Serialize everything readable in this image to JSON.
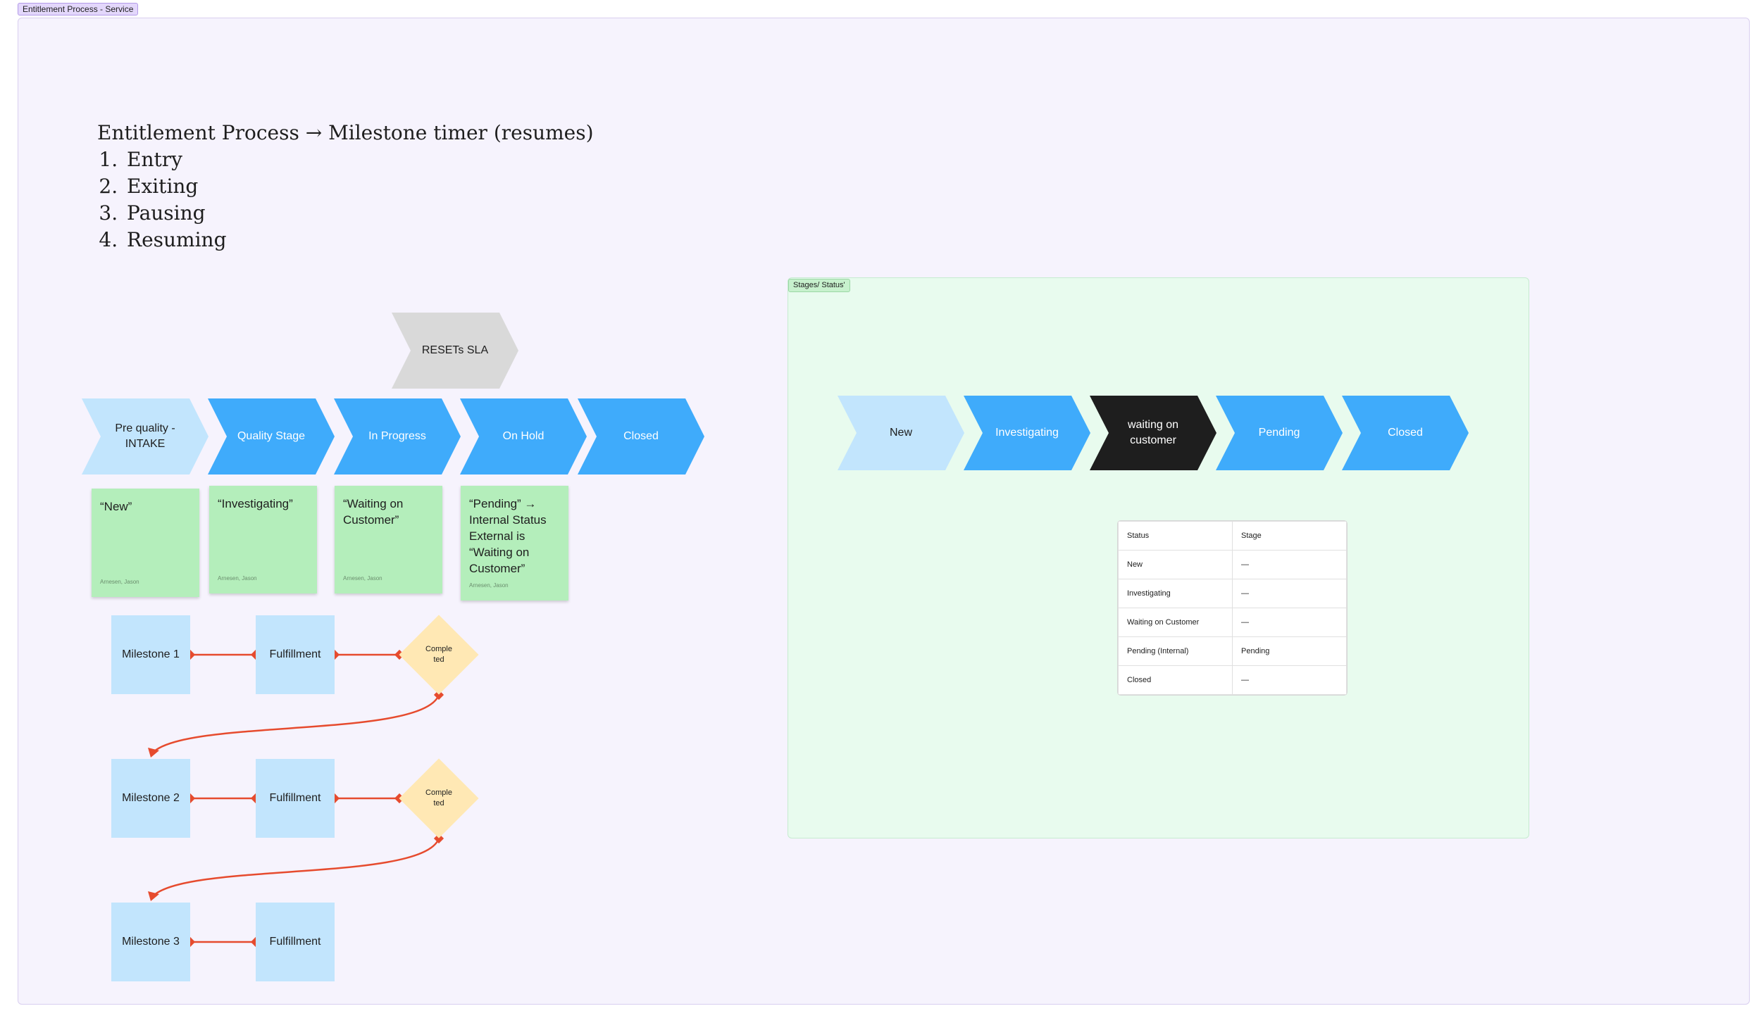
{
  "frame": {
    "label": "Entitlement Process - Service"
  },
  "title": {
    "heading": "Entitlement Process → Milestone timer (resumes)",
    "steps": [
      "Entry",
      "Exiting",
      "Pausing",
      "Resuming"
    ]
  },
  "reset_chevron": "RESETs SLA",
  "process_stages": [
    "Pre quality -\nINTAKE",
    "Quality Stage",
    "In Progress",
    "On Hold",
    "Closed"
  ],
  "stickies": [
    {
      "text": "“New”",
      "author": "Arnesen, Jason"
    },
    {
      "text": "“Investigating”",
      "author": "Arnesen, Jason"
    },
    {
      "text": "“Waiting on Customer”",
      "author": "Arnesen, Jason"
    },
    {
      "text": "“Pending” → Internal Status External is “Waiting on Customer”",
      "author": "Arnesen, Jason"
    }
  ],
  "milestones": [
    {
      "label": "Milestone 1",
      "fulfillment": "Fulfillment",
      "decision": "Comple\nted"
    },
    {
      "label": "Milestone 2",
      "fulfillment": "Fulfillment",
      "decision": "Comple\nted"
    },
    {
      "label": "Milestone 3",
      "fulfillment": "Fulfillment"
    }
  ],
  "status_section": {
    "label": "Stages/ Status'",
    "chevrons": [
      "New",
      "Investigating",
      "waiting on\ncustomer",
      "Pending",
      "Closed"
    ],
    "table": {
      "headers": [
        "Status",
        "Stage"
      ],
      "rows": [
        [
          "New",
          "—"
        ],
        [
          "Investigating",
          "—"
        ],
        [
          "Waiting on Customer",
          "—"
        ],
        [
          "Pending (Internal)",
          "Pending"
        ],
        [
          "Closed",
          "—"
        ]
      ]
    }
  },
  "colors": {
    "connector": "#e64b2e",
    "chevron_blue": "#3fabfb",
    "chevron_light": "#c2e5fd",
    "chevron_dark": "#1e1e1e",
    "sticky_green": "#b4eebb",
    "decision": "#ffe8b4"
  }
}
